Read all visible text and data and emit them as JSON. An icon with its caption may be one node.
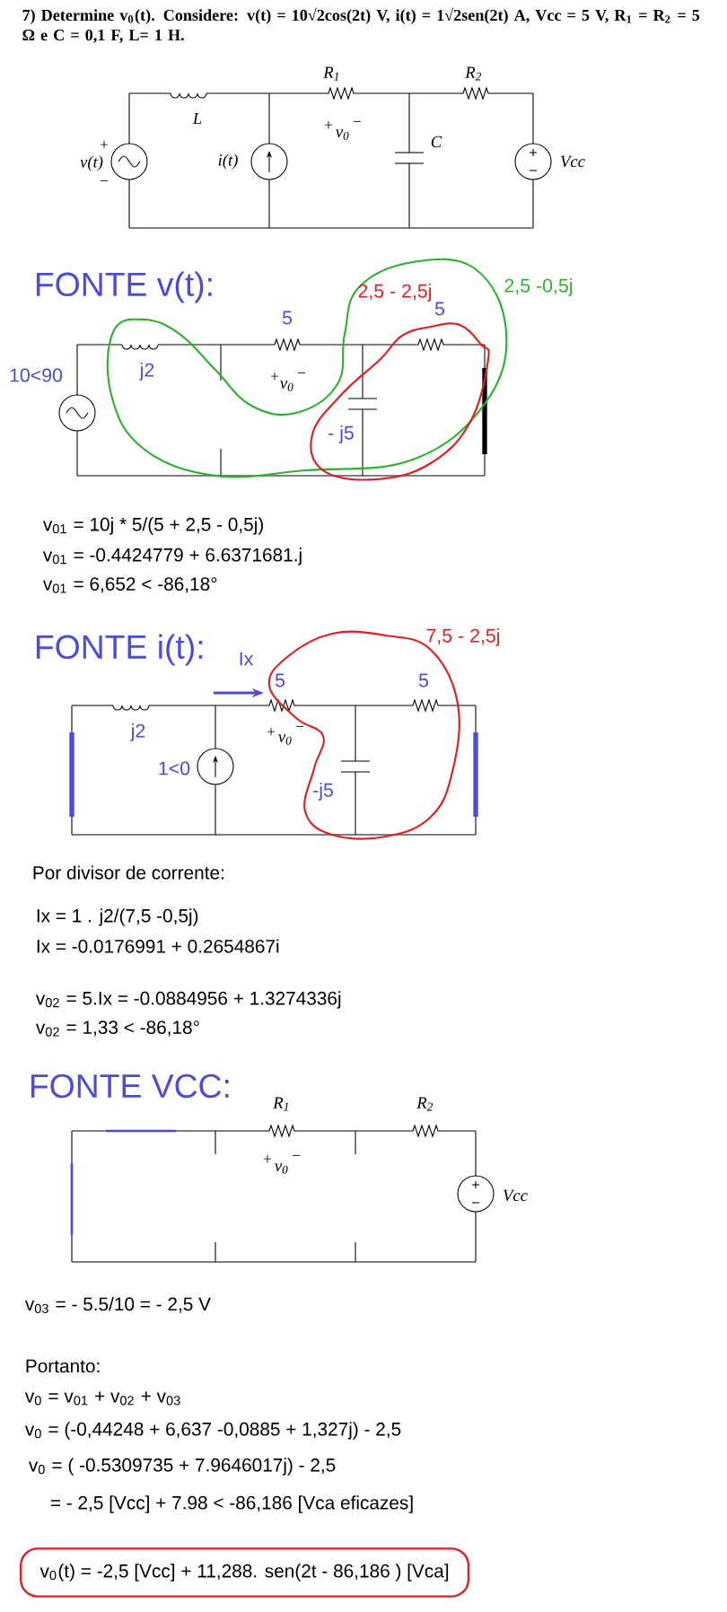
{
  "diagram": {
    "title": "7) Determine v$_{0}$(t). Considere: v(t) = 10√2cos(2t) V, i(t) = 1√2sen(2t) A, Vcc = 5 V, R$_{1}$ = R$_{2}$ = 5 Ω e C = 0,1 F, L= 1 H.",
    "nodes": [
      {
        "text": [
          "v$_{0}$(t) = -2,5 [Vcc]  + 11,288. sen(2t - 86,186 ) [Vca]"
        ]
      }
    ],
    "labels": [
      "L",
      "R$_{1}$",
      "R$_{2}$",
      "+",
      "v$_{0}$",
      "−",
      "C",
      "+",
      "v(t)",
      "−",
      "i(t)",
      "Vcc",
      "FONTE v(t):",
      "2,5 - 2,5j",
      "2,5 -0,5j",
      "5",
      "5",
      "10<90",
      "j2",
      "+",
      "v$_{0}$",
      "−",
      "- j5",
      "v$_{01}$ = 10j * 5/(5 + 2,5 - 0,5j)",
      "v$_{01}$ = -0.4424779 + 6.6371681.j",
      "v$_{01}$ = 6,652 < -86,18°",
      "FONTE i(t):",
      "7,5 - 2,5j",
      "Ix",
      "5",
      "5",
      "j2",
      "1<0",
      "+",
      "v$_{0}$",
      "−",
      "-j5",
      "Por divisor de corrente:",
      "Ix = 1 . j2/(7,5 -0,5j)",
      "Ix = -0.0176991 + 0.2654867i",
      "v$_{02}$ = 5.Ix =   -0.0884956 + 1.3274336j",
      "v$_{02}$ = 1,33 < -86,18°",
      "FONTE VCC:",
      "R$_{1}$",
      "R$_{2}$",
      "+",
      "v$_{0}$",
      "−",
      "Vcc",
      "v$_{03}$ = - 5.5/10 = - 2,5 V",
      "Portanto:",
      "v$_{0}$ = v$_{01}$ + v$_{02}$ + v$_{03}$",
      "v$_{0}$ = (-0,44248 + 6,637 -0,0885 + 1,327j)  - 2,5",
      "v$_{0}$ = ( -0.5309735 + 7.9646017j) - 2,5",
      "= - 2,5 [Vcc] + 7.98 < -86,186 [Vca eficazes]"
    ]
  }
}
